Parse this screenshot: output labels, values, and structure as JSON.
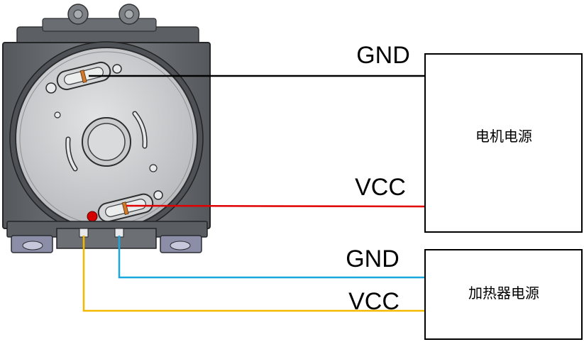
{
  "motor_supply": {
    "label": "电机电源",
    "gnd_label": "GND",
    "vcc_label": "VCC"
  },
  "heater_supply": {
    "label": "加热器电源",
    "gnd_label": "GND",
    "vcc_label": "VCC"
  },
  "colors": {
    "motor_gnd_wire": "#000000",
    "motor_vcc_wire": "#e00000",
    "heater_gnd_wire": "#1aa7e0",
    "heater_vcc_wire": "#f5b800",
    "device_body": "#6b6e72",
    "device_face": "#cfd1d3"
  }
}
